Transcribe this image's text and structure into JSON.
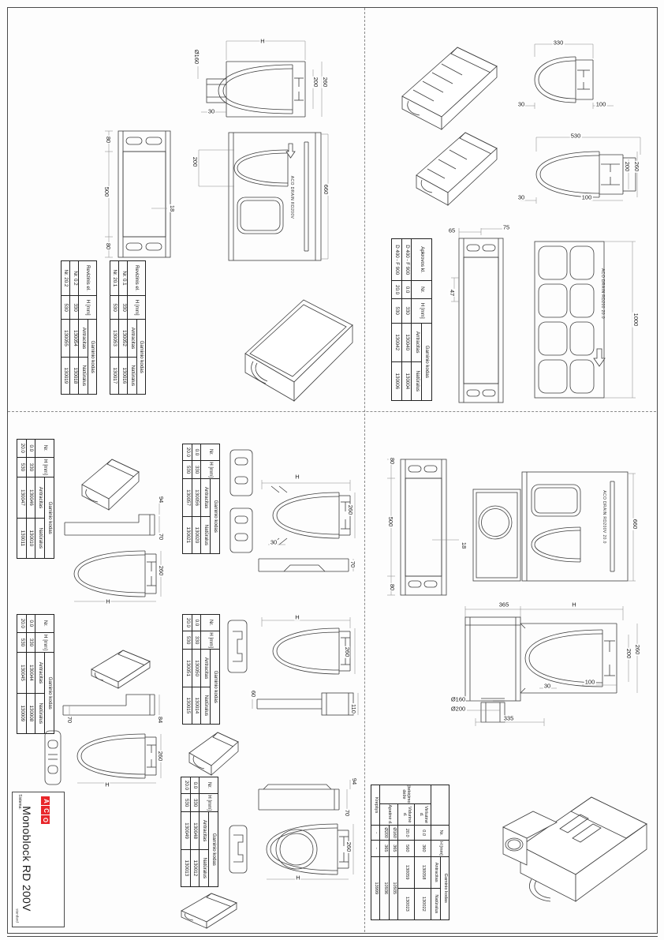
{
  "logo": {
    "sistema": "Sistema:",
    "title": "Monoblock RD 200V",
    "standard": "standard",
    "letters": [
      "A",
      "C",
      "O"
    ],
    "color": "#e8262a"
  },
  "annotations": {
    "tl_top": "ACO DRAIN RD200V",
    "tr_bottom": "ACO DRAIN RD200 20.0",
    "br_top": "ACO DRAIN RD200V 20.0"
  },
  "dims": {
    "tl_side": [
      "H",
      "Ø160",
      "260",
      "200",
      "30"
    ],
    "tl_grate": [
      "80",
      "500",
      "80",
      "18"
    ],
    "tl_top": [
      "200",
      "660"
    ],
    "tr_330": [
      "330",
      "30",
      "100"
    ],
    "tr_530": [
      "530",
      "200",
      "260",
      "30",
      "100"
    ],
    "tr_grate": [
      "65",
      "75",
      "47"
    ],
    "tr_bottom": [
      "1000"
    ],
    "bl1_left": [
      "94",
      "70",
      "260",
      "H"
    ],
    "bl1_mid": [
      "H",
      "260",
      "30",
      "70"
    ],
    "bl2_left": [
      "70",
      "84",
      "260",
      "H"
    ],
    "bl2_mid": [
      "H",
      "260",
      "60",
      "110"
    ],
    "bl3_mid": [
      "94",
      "70",
      "260",
      "H"
    ],
    "br_grate": [
      "80",
      "500",
      "80",
      "18"
    ],
    "br_top": [
      "660"
    ],
    "br_side": [
      "365",
      "H",
      "260",
      "200",
      "30",
      "100",
      "Ø160",
      "Ø200",
      "335"
    ]
  },
  "tables": {
    "revision_02": {
      "cols": [
        26,
        18,
        28,
        28
      ],
      "rows": [
        [
          {
            "t": "Revizinis el.",
            "rs": 2
          },
          {
            "t": "H [mm]",
            "rs": 2
          },
          {
            "t": "Gaminio kodas",
            "cs": 2
          }
        ],
        [
          {
            "t": "Antracitas"
          },
          {
            "t": "Natūralus"
          }
        ],
        [
          {
            "t": "Nr. 0.2"
          },
          {
            "t": "330"
          },
          {
            "t": "130054"
          },
          {
            "t": "130018"
          }
        ],
        [
          {
            "t": "Nr. 20.2"
          },
          {
            "t": "530"
          },
          {
            "t": "130055"
          },
          {
            "t": "130019"
          }
        ]
      ]
    },
    "revision_01": {
      "cols": [
        26,
        18,
        28,
        28
      ],
      "rows": [
        [
          {
            "t": "Revizinis el.",
            "rs": 2
          },
          {
            "t": "H [mm]",
            "rs": 2
          },
          {
            "t": "Gaminio kodas",
            "cs": 2
          }
        ],
        [
          {
            "t": "Antracitas"
          },
          {
            "t": "Natūralus"
          }
        ],
        [
          {
            "t": "Nr. 0.1"
          },
          {
            "t": "330"
          },
          {
            "t": "130052"
          },
          {
            "t": "130016"
          }
        ],
        [
          {
            "t": "Nr. 20.1"
          },
          {
            "t": "530"
          },
          {
            "t": "130053"
          },
          {
            "t": "130017"
          }
        ]
      ]
    },
    "loadclass": {
      "cols": [
        26,
        11,
        15,
        24,
        24
      ],
      "rows": [
        [
          {
            "t": "Apkrovos kl.",
            "rs": 2
          },
          {
            "t": "Nr.",
            "rs": 2
          },
          {
            "t": "H [mm]",
            "rs": 2
          },
          {
            "t": "Gaminio kodas",
            "cs": 2
          }
        ],
        [
          {
            "t": "Antracitas"
          },
          {
            "t": "Natūralus"
          }
        ],
        [
          {
            "t": "D 400 - F 900"
          },
          {
            "t": "0.0"
          },
          {
            "t": "330"
          },
          {
            "t": "130040"
          },
          {
            "t": "130004"
          }
        ],
        [
          {
            "t": "D 400 - F 900"
          },
          {
            "t": "20.0"
          },
          {
            "t": "530"
          },
          {
            "t": "130042"
          },
          {
            "t": "130006"
          }
        ]
      ]
    },
    "bl1_left": {
      "cols": [
        15,
        17,
        34,
        34
      ],
      "rows": [
        [
          {
            "t": "Nr.",
            "rs": 2
          },
          {
            "t": "H [mm]",
            "rs": 2
          },
          {
            "t": "Gaminio kodas",
            "cs": 2
          }
        ],
        [
          {
            "t": "Antracitas"
          },
          {
            "t": "Natūralus"
          }
        ],
        [
          {
            "t": "0.0"
          },
          {
            "t": "330"
          },
          {
            "t": "130046"
          },
          {
            "t": "130010"
          }
        ],
        [
          {
            "t": "20.0"
          },
          {
            "t": "530"
          },
          {
            "t": "130047"
          },
          {
            "t": "130011"
          }
        ]
      ]
    },
    "bl1_mid": {
      "cols": [
        15,
        17,
        34,
        34
      ],
      "rows": [
        [
          {
            "t": "Nr.",
            "rs": 2
          },
          {
            "t": "H [mm]",
            "rs": 2
          },
          {
            "t": "Gaminio kodas",
            "cs": 2
          }
        ],
        [
          {
            "t": "Antracitas"
          },
          {
            "t": "Natūralus"
          }
        ],
        [
          {
            "t": "0.0"
          },
          {
            "t": "330"
          },
          {
            "t": "130056"
          },
          {
            "t": "130020"
          }
        ],
        [
          {
            "t": "20.0"
          },
          {
            "t": "530"
          },
          {
            "t": "130057"
          },
          {
            "t": "130021"
          }
        ]
      ]
    },
    "bl2_left": {
      "cols": [
        15,
        17,
        34,
        34
      ],
      "rows": [
        [
          {
            "t": "Nr.",
            "rs": 2
          },
          {
            "t": "H [mm]",
            "rs": 2
          },
          {
            "t": "Gaminio kodas",
            "cs": 2
          }
        ],
        [
          {
            "t": "Antracitas"
          },
          {
            "t": "Natūralus"
          }
        ],
        [
          {
            "t": "0.0"
          },
          {
            "t": "330"
          },
          {
            "t": "130044"
          },
          {
            "t": "130008"
          }
        ],
        [
          {
            "t": "20.0"
          },
          {
            "t": "530"
          },
          {
            "t": "130045"
          },
          {
            "t": "130009"
          }
        ]
      ]
    },
    "bl2_mid": {
      "cols": [
        15,
        17,
        34,
        34
      ],
      "rows": [
        [
          {
            "t": "Nr.",
            "rs": 2
          },
          {
            "t": "H [mm]",
            "rs": 2
          },
          {
            "t": "Gaminio kodas",
            "cs": 2
          }
        ],
        [
          {
            "t": "Antracitas"
          },
          {
            "t": "Natūralus"
          }
        ],
        [
          {
            "t": "0.0"
          },
          {
            "t": "330"
          },
          {
            "t": "130050"
          },
          {
            "t": "130014"
          }
        ],
        [
          {
            "t": "20.0"
          },
          {
            "t": "530"
          },
          {
            "t": "130051"
          },
          {
            "t": "130015"
          }
        ]
      ]
    },
    "bl3_mid": {
      "cols": [
        15,
        17,
        34,
        34
      ],
      "rows": [
        [
          {
            "t": "Nr.",
            "rs": 2
          },
          {
            "t": "H [mm]",
            "rs": 2
          },
          {
            "t": "Gaminio kodas",
            "cs": 2
          }
        ],
        [
          {
            "t": "Antracitas"
          },
          {
            "t": "Natūralus"
          }
        ],
        [
          {
            "t": "0.0"
          },
          {
            "t": "330"
          },
          {
            "t": "130048"
          },
          {
            "t": "130012"
          }
        ],
        [
          {
            "t": "20.0"
          },
          {
            "t": "530"
          },
          {
            "t": "130049"
          },
          {
            "t": "130013"
          }
        ]
      ]
    },
    "inlet_box": {
      "cols": [
        14,
        16,
        11,
        12,
        23.5,
        23.5
      ],
      "rows": [
        [
          {
            "t": "",
            "cs": 2,
            "rs": 2
          },
          {
            "t": "Nr.",
            "rs": 2
          },
          {
            "t": "H [mm]",
            "rs": 2
          },
          {
            "t": "Gaminio kodas",
            "cs": 2
          }
        ],
        [
          {
            "t": "Antracitas"
          },
          {
            "t": "Natūralus"
          }
        ],
        [
          {
            "t": "Įtekėjimo dėžė",
            "rs": 4
          },
          {
            "t": "Viršutinė d."
          },
          {
            "t": "0.0"
          },
          {
            "t": "360"
          },
          {
            "t": "130058"
          },
          {
            "t": "130022"
          }
        ],
        [
          {
            "t": "Vidurinė d."
          },
          {
            "t": "20.0"
          },
          {
            "t": "560"
          },
          {
            "t": "130059"
          },
          {
            "t": "130023"
          }
        ],
        [
          {
            "t": "Apatinė d.",
            "rs": 2
          },
          {
            "t": "Ø160"
          },
          {
            "t": "365"
          },
          {
            "t": "10935",
            "cs": 2
          }
        ],
        [
          {
            "t": "Ø200"
          },
          {
            "t": "365"
          },
          {
            "t": "10936",
            "cs": 2
          }
        ],
        [
          {
            "t": "Krepšys",
            "cs": 2
          },
          {
            "t": "-"
          },
          {
            "t": "-"
          },
          {
            "t": "13999",
            "cs": 2
          }
        ]
      ]
    }
  }
}
